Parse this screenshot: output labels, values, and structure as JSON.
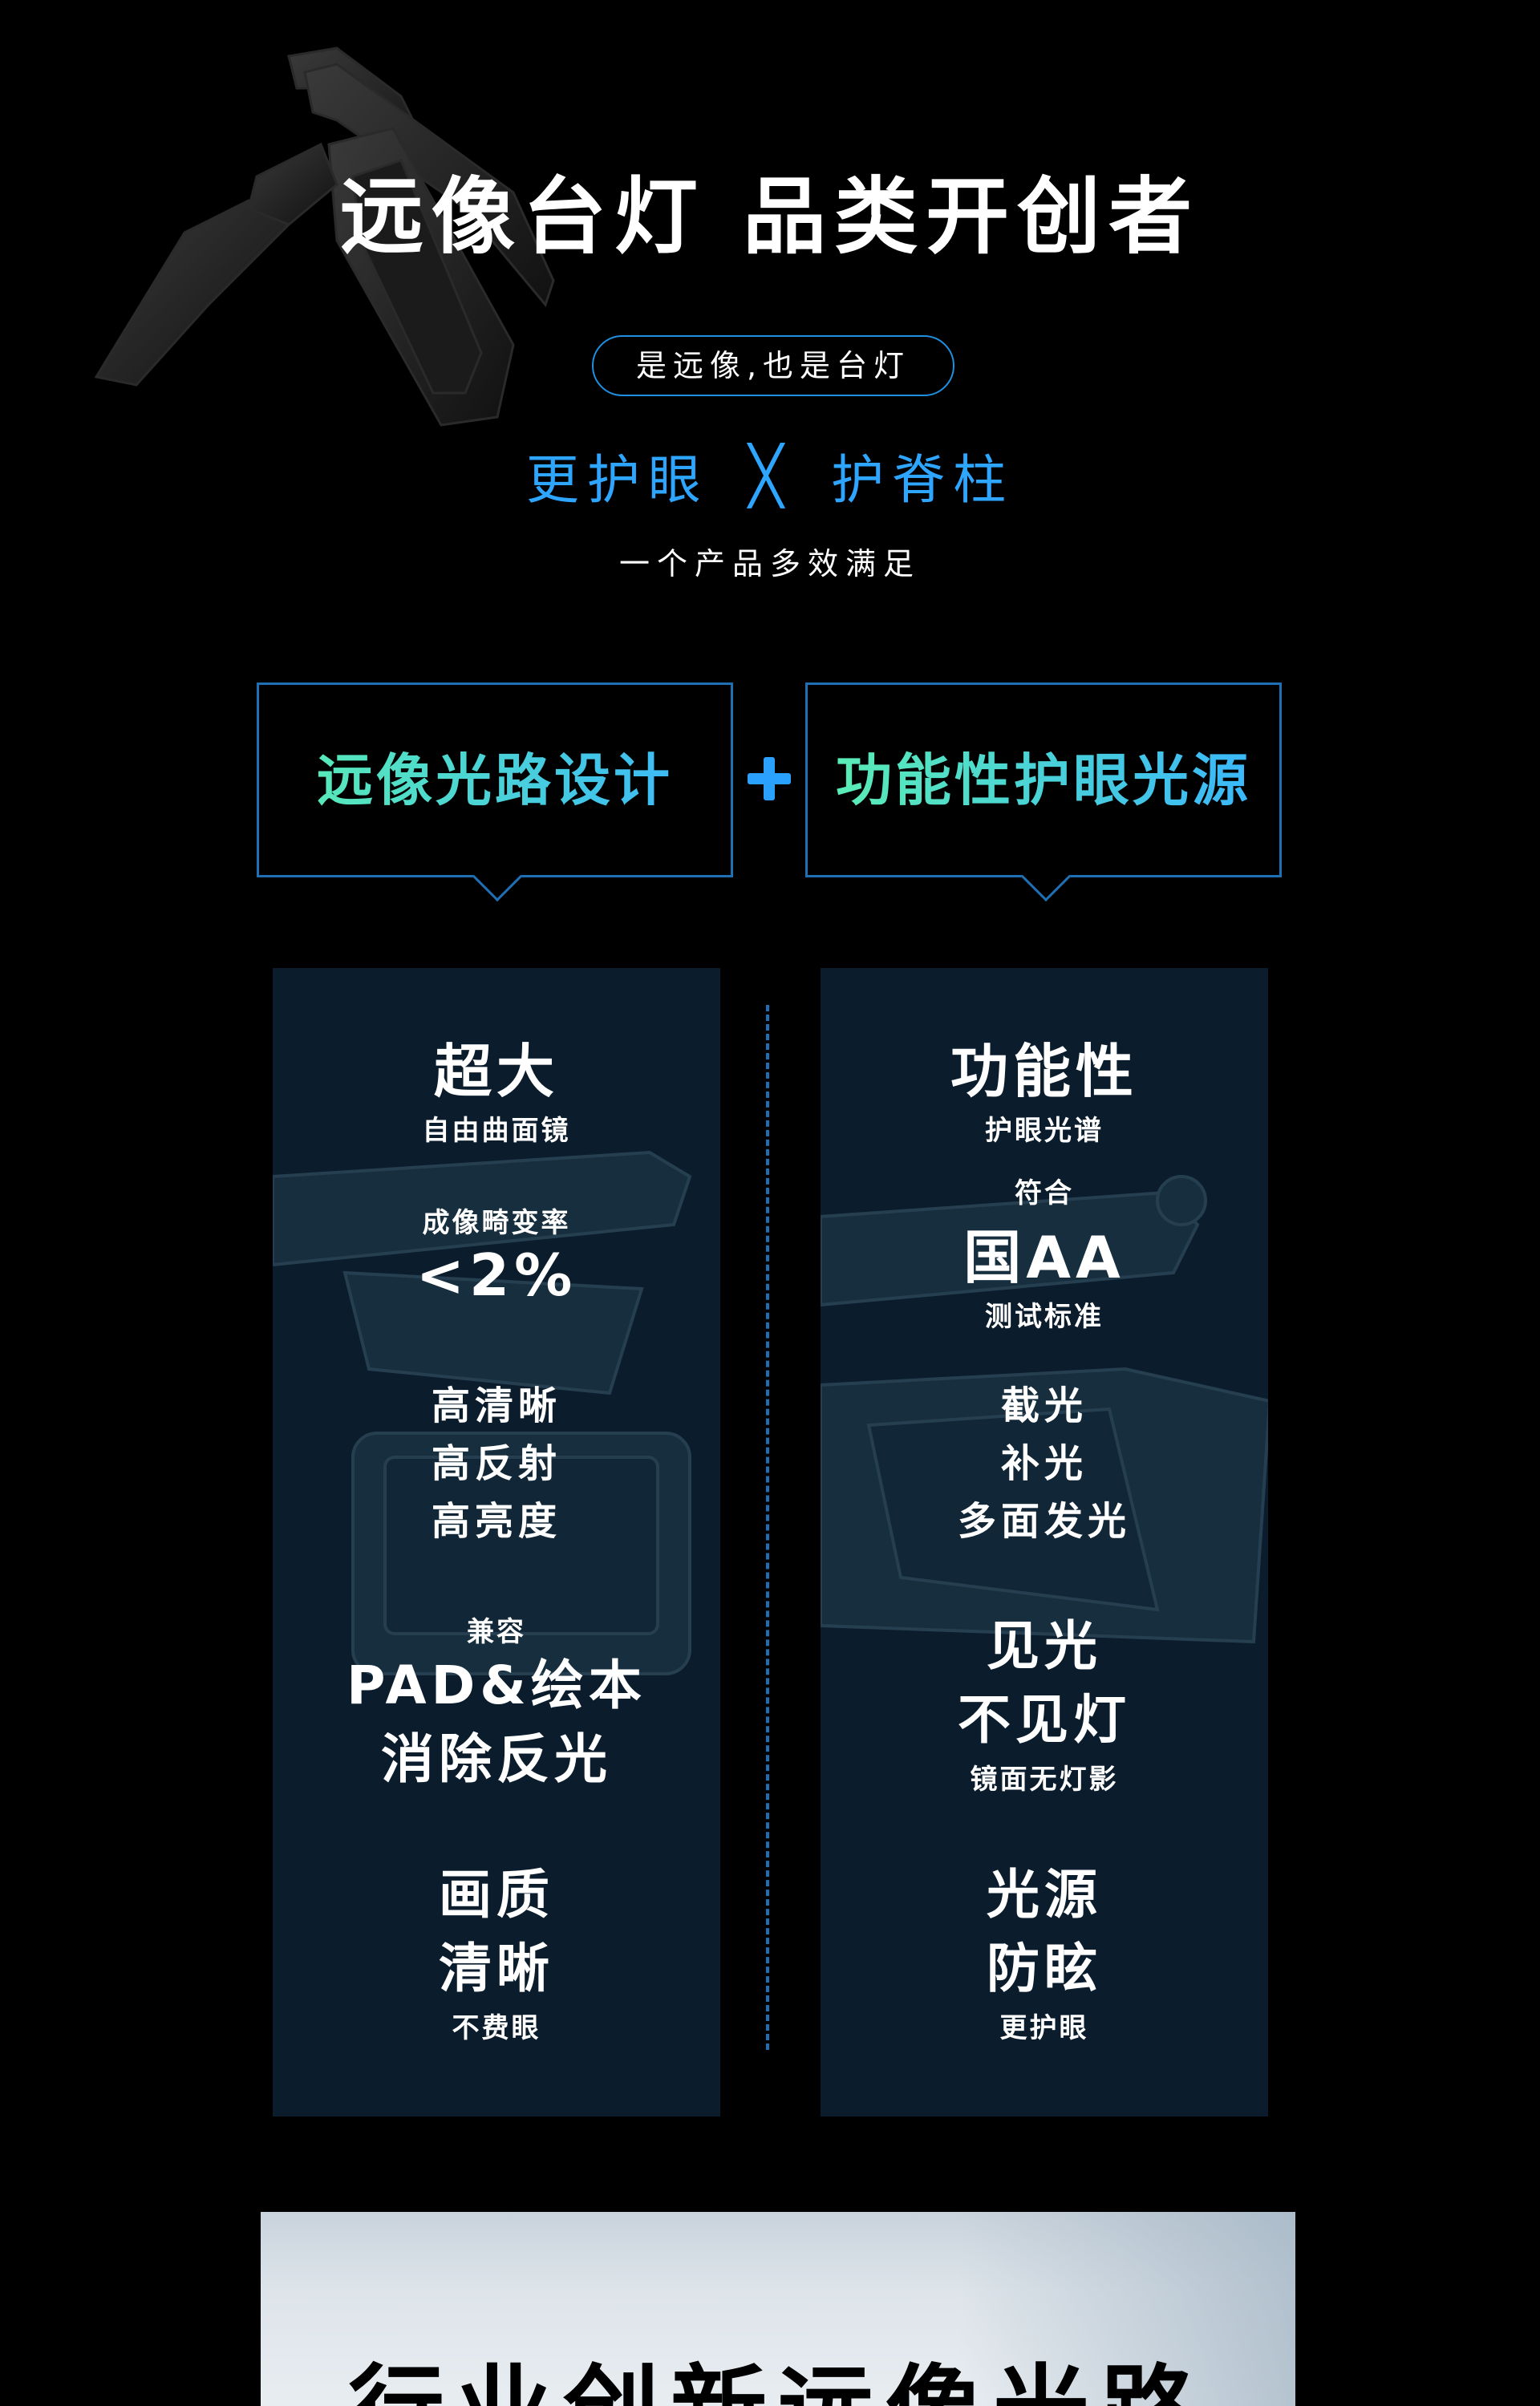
{
  "hero": {
    "title": "远像台灯 品类开创者",
    "pill": "是远像,也是台灯",
    "combo_left": "更护眼",
    "combo_sep": "╳",
    "combo_right": "护脊柱",
    "subtitle": "一个产品多效满足"
  },
  "features": {
    "left_header": "远像光路设计",
    "right_header": "功能性护眼光源",
    "left": [
      {
        "lines": [
          "超大"
        ],
        "caption": "自由曲面镜"
      },
      {
        "pre": "成像畸变率",
        "lines": [
          "<2%"
        ]
      },
      {
        "lines": [
          "高清晰",
          "高反射",
          "高亮度"
        ]
      },
      {
        "pre": "兼容",
        "lines": [
          "PAD&绘本",
          "消除反光"
        ]
      },
      {
        "lines": [
          "画质",
          "清晰"
        ],
        "caption": "不费眼"
      }
    ],
    "right": [
      {
        "lines": [
          "功能性"
        ],
        "caption": "护眼光谱"
      },
      {
        "pre": "符合",
        "lines": [
          "国AA"
        ],
        "caption": "测试标准"
      },
      {
        "lines": [
          "截光",
          "补光",
          "多面发光"
        ]
      },
      {
        "lines": [
          "见光",
          "不见灯"
        ],
        "caption": "镜面无灯影"
      },
      {
        "lines": [
          "光源",
          "防眩"
        ],
        "caption": "更护眼"
      }
    ]
  },
  "banner": {
    "title": "行业创新远像光路"
  },
  "colors": {
    "accent_blue": "#2ea6ff",
    "gradient_green": "#5cf0b0",
    "panel": "#0b1d2c",
    "border": "#1f6fb5"
  }
}
